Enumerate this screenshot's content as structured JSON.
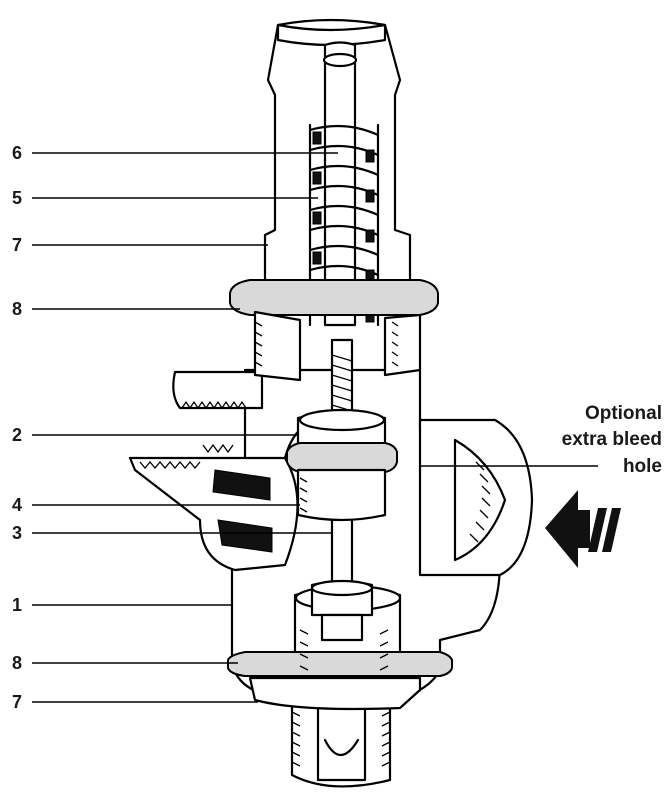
{
  "callouts": [
    {
      "id": "c6a",
      "label": "6"
    },
    {
      "id": "c5",
      "label": "5"
    },
    {
      "id": "c7a",
      "label": "7"
    },
    {
      "id": "c8a",
      "label": "8"
    },
    {
      "id": "c2",
      "label": "2"
    },
    {
      "id": "c4",
      "label": "4"
    },
    {
      "id": "c3",
      "label": "3"
    },
    {
      "id": "c1",
      "label": "1"
    },
    {
      "id": "c8b",
      "label": "8"
    },
    {
      "id": "c7b",
      "label": "7"
    }
  ],
  "note": {
    "line1": "Optional",
    "line2": "extra bleed",
    "line3": "hole"
  },
  "flow_arrow": {
    "icon": "flow-direction-arrow-icon",
    "direction": "left"
  }
}
